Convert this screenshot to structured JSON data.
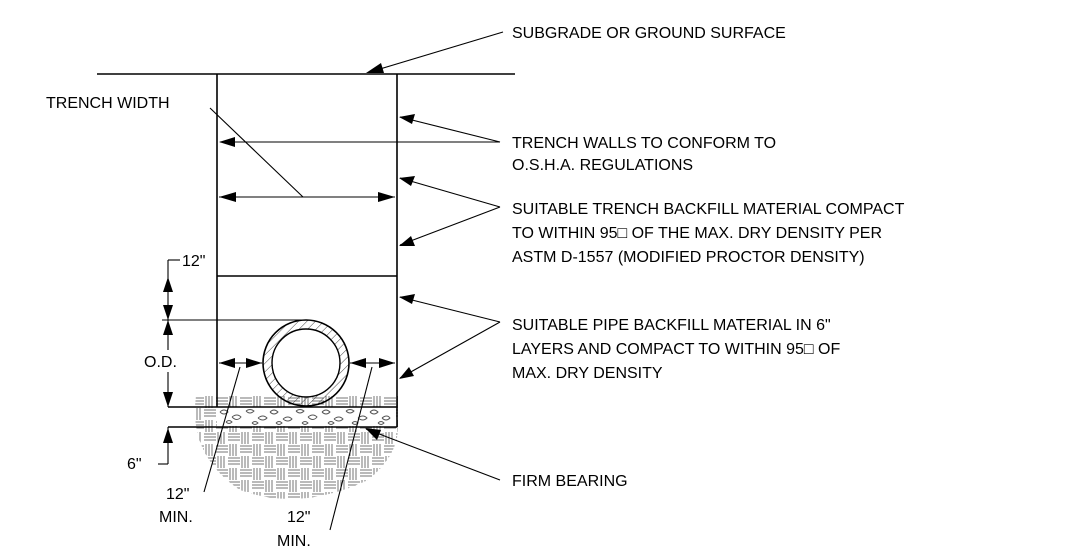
{
  "diagram": {
    "labels": {
      "subgrade": "SUBGRADE OR GROUND SURFACE",
      "trench_width": "TRENCH WIDTH",
      "walls_line1": "TRENCH WALLS TO CONFORM TO",
      "walls_line2": "O.S.H.A. REGULATIONS",
      "backfill_line1": "SUITABLE TRENCH BACKFILL MATERIAL COMPACT",
      "backfill_line2": "TO WITHIN 95□ OF THE MAX. DRY DENSITY PER",
      "backfill_line3": "ASTM D-1557 (MODIFIED PROCTOR DENSITY)",
      "pipe_line1": "SUITABLE PIPE BACKFILL MATERIAL IN 6\"",
      "pipe_line2": "LAYERS AND COMPACT TO WITHIN 95□ OF",
      "pipe_line3": "MAX. DRY DENSITY",
      "dim_12_top": "12\"",
      "dim_od": "O.D.",
      "dim_6": "6\"",
      "firm_bearing": "FIRM BEARING",
      "min_left_value": "12\"",
      "min_left_unit": "MIN.",
      "min_right_value": "12\"",
      "min_right_unit": "MIN."
    },
    "colors": {
      "line": "#000000",
      "hatch": "#666666",
      "background": "#ffffff"
    }
  }
}
